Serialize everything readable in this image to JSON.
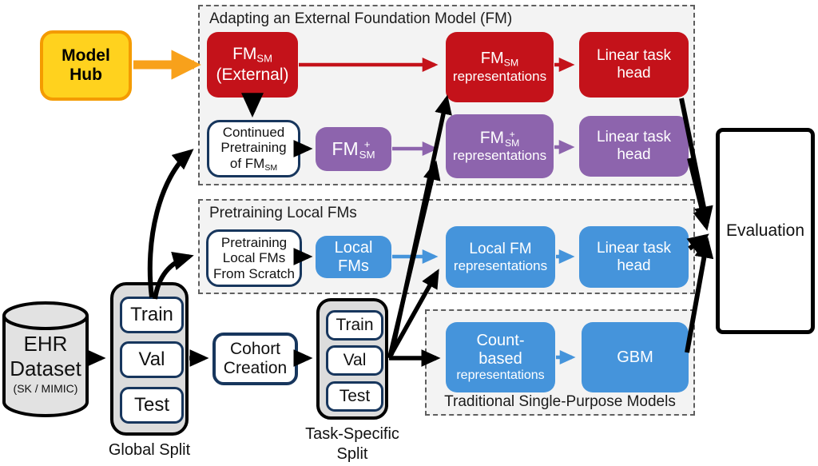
{
  "sections": {
    "adapting": {
      "title": "Adapting an External Foundation Model (FM)"
    },
    "pretraining": {
      "title": "Pretraining Local FMs"
    },
    "traditional": {
      "title": "Traditional Single-Purpose Models"
    }
  },
  "nodes": {
    "model_hub": {
      "line1": "Model",
      "line2": "Hub"
    },
    "ehr_dataset": {
      "line1": "EHR",
      "line2": "Dataset",
      "line3": "(SK / MIMIC)"
    },
    "global_split": {
      "items": [
        "Train",
        "Val",
        "Test"
      ],
      "caption": "Global Split"
    },
    "cohort_creation": {
      "line1": "Cohort",
      "line2": "Creation"
    },
    "task_split": {
      "items": [
        "Train",
        "Val",
        "Test"
      ],
      "caption_line1": "Task-Specific",
      "caption_line2": "Split"
    },
    "fm_external": {
      "fm": "FM",
      "sub": "SM",
      "line2": "(External)"
    },
    "continued_pretraining": {
      "line1": "Continued",
      "line2": "Pretraining",
      "line3_prefix": "of FM",
      "line3_sub": "SM"
    },
    "fm_plus": {
      "fm": "FM",
      "sup": "+",
      "sub": "SM"
    },
    "fm_reps": {
      "fm": "FM",
      "sub": "SM",
      "line2": "representations"
    },
    "fm_plus_reps": {
      "fm": "FM",
      "sup": "+",
      "sub": "SM",
      "line2": "representations"
    },
    "linear_head_red": {
      "line1": "Linear task",
      "line2": "head"
    },
    "linear_head_purple": {
      "line1": "Linear task",
      "line2": "head"
    },
    "linear_head_blue": {
      "line1": "Linear task",
      "line2": "head"
    },
    "pretraining_scratch": {
      "line1": "Pretraining",
      "line2": "Local FMs",
      "line3": "From Scratch"
    },
    "local_fms": {
      "line1": "Local",
      "line2": "FMs"
    },
    "local_fm_reps": {
      "line1": "Local FM",
      "line2": "representations"
    },
    "count_based": {
      "line1": "Count-",
      "line2": "based",
      "line3": "representations"
    },
    "gbm": {
      "label": "GBM"
    },
    "evaluation": {
      "label": "Evaluation"
    }
  },
  "colors": {
    "red": "#c4121a",
    "purple": "#8d64ad",
    "blue": "#4594db",
    "yellow_fill": "#ffd21e",
    "orange_border": "#f49b00",
    "orange_arrow": "#f8a11b",
    "navy_border": "#17365d",
    "section_bg": "#f3f3f3",
    "split_bg": "#dcdcdc",
    "black": "#000000"
  }
}
